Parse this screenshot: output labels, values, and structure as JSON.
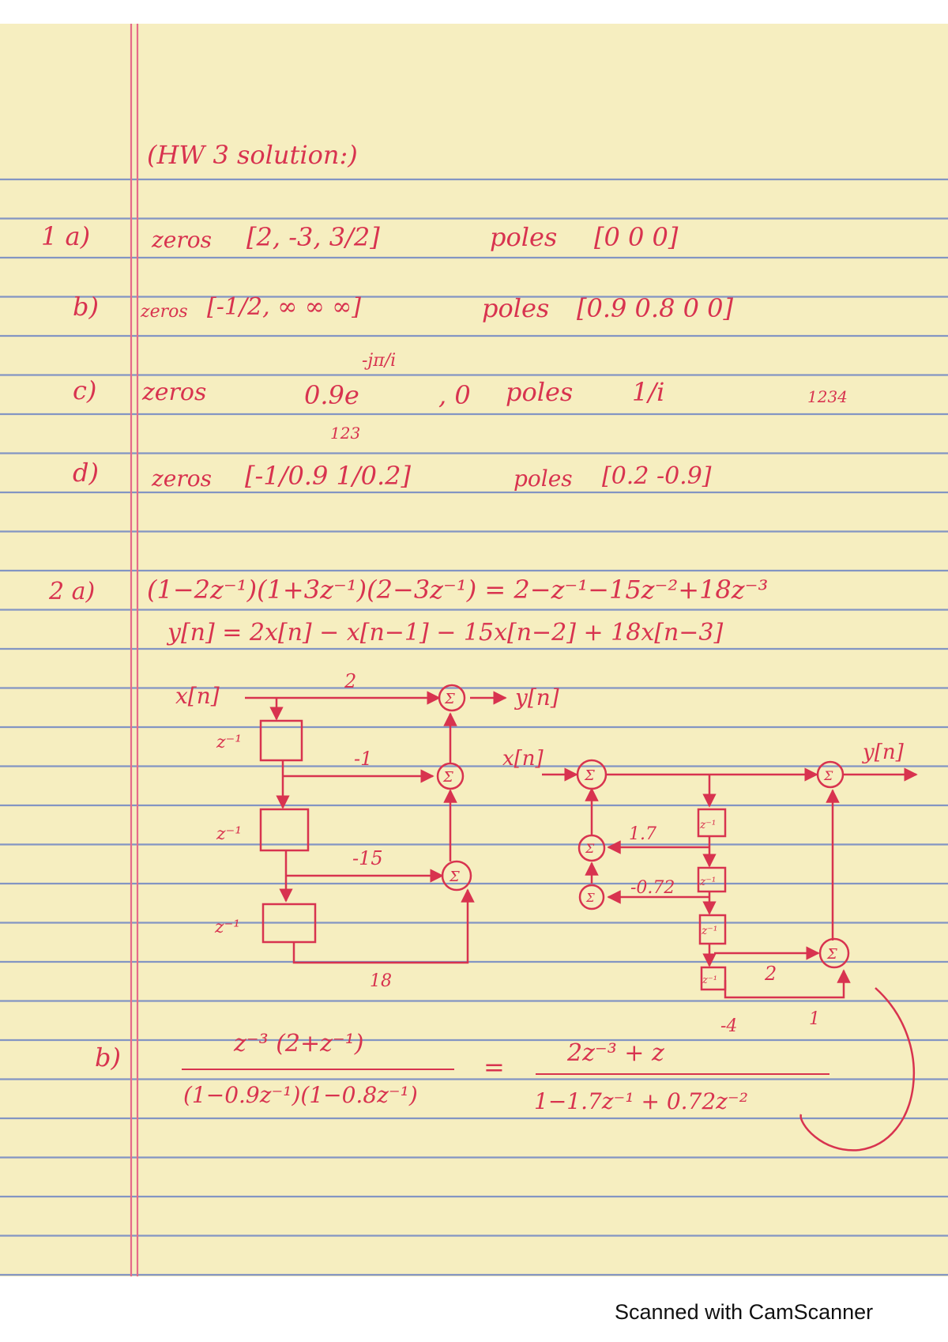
{
  "title": "(HW 3 solution:)",
  "q1": {
    "a": {
      "label": "1 a)",
      "zeros_word": "zeros",
      "zeros": "[2, -3, 3/2]",
      "poles_word": "poles",
      "poles": "[0 0 0]"
    },
    "b": {
      "label": "b)",
      "zeros_word": "zeros",
      "zeros": "[-1/2, ∞ ∞ ∞]",
      "poles_word": "poles",
      "poles": "[0.9  0.8  0  0]"
    },
    "c": {
      "label": "c)",
      "zeros_word": "zeros",
      "zeros": "0.9e",
      "zeros_exp": "-jπ/i",
      "zeros_tail": ", 0",
      "poles_word": "poles",
      "poles": "1/i",
      "note": "1234",
      "note_below": "123"
    },
    "d": {
      "label": "d)",
      "zeros_word": "zeros",
      "zeros": "[-1/0.9  1/0.2]",
      "poles_word": "poles",
      "poles": "[0.2  -0.9]"
    }
  },
  "q2": {
    "a": {
      "label": "2 a)",
      "eq1": "(1−2z⁻¹)(1+3z⁻¹)(2−3z⁻¹) = 2−z⁻¹−15z⁻²+18z⁻³",
      "eq2": "y[n] = 2x[n] − x[n−1] − 15x[n−2] + 18x[n−3]"
    },
    "diagram1": {
      "input": "x[n]",
      "output": "y[n]",
      "delay": "z⁻¹",
      "sum": "Σ",
      "gains": [
        "2",
        "-1",
        "-15",
        "18"
      ]
    },
    "diagram2": {
      "input": "x[n]",
      "output": "y[n]",
      "delay": "z⁻¹",
      "sum": "Σ",
      "feedback_gains": [
        "1.7",
        "-0.72"
      ],
      "feedforward_gains": [
        "2",
        "-4",
        "1"
      ]
    },
    "b": {
      "label": "b)",
      "lhs_num": "z⁻³ (2+z⁻¹)",
      "lhs_den": "(1−0.9z⁻¹)(1−0.8z⁻¹)",
      "equals": "=",
      "rhs_num": "2z⁻³ + z",
      "rhs_den": "1−1.7z⁻¹ + 0.72z⁻²"
    }
  },
  "footer": "Scanned with CamScanner",
  "colors": {
    "ink": "#d8334f",
    "rule": "#6f86c4",
    "margin": "#e66b8a",
    "paper": "#f6eec0"
  }
}
